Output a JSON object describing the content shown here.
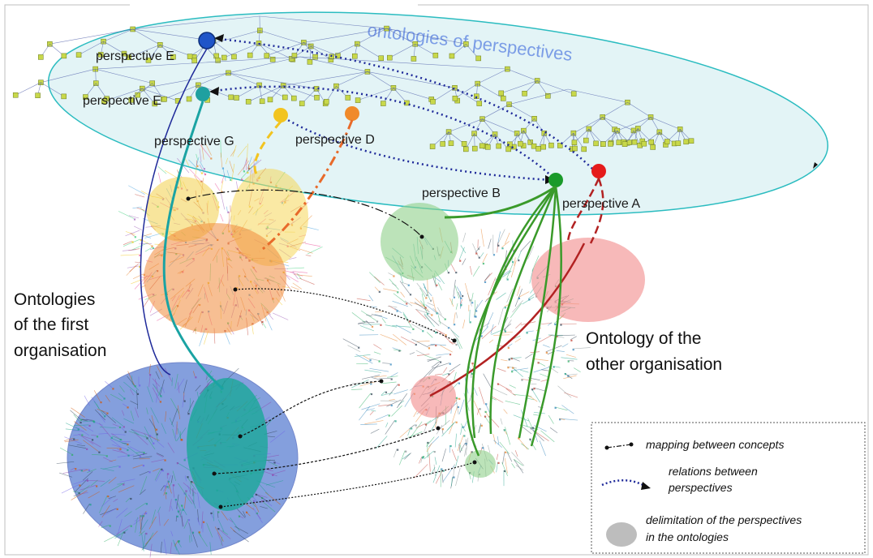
{
  "header": {
    "ellipse_label": "ontologies of perspectives"
  },
  "perspectives": {
    "A": {
      "label": "perspective A",
      "color": "#e51b1b"
    },
    "B": {
      "label": "perspective B",
      "color": "#1a9a2a"
    },
    "D": {
      "label": "perspective D",
      "color": "#f08a2a"
    },
    "E_top": {
      "label": "perspective E",
      "color": "#1f55c8"
    },
    "E_mid": {
      "label": "perspective E",
      "color": "#1fa0a0"
    },
    "G": {
      "label": "perspective G",
      "color": "#f2c420"
    }
  },
  "groups": {
    "first_org": {
      "line1": "Ontologies",
      "line2": "of the first",
      "line3": "organisation"
    },
    "other_org": {
      "line1": "Ontology of the",
      "line2": "other organisation"
    }
  },
  "legend": {
    "mapping": "mapping between concepts",
    "relations_line1": "relations between",
    "relations_line2": "perspectives",
    "delimitation_line1": "delimitation of the perspectives",
    "delimitation_line2": "in the ontologies"
  },
  "colors": {
    "ellipse_fill": "#e3f4f6",
    "ellipse_stroke": "#2bbcc0",
    "ellipse_text": "#7b9de6",
    "relation_dots": "#1f2a9a",
    "teal": "#1aa3a3",
    "green": "#3a9a2a",
    "red": "#b22222"
  }
}
